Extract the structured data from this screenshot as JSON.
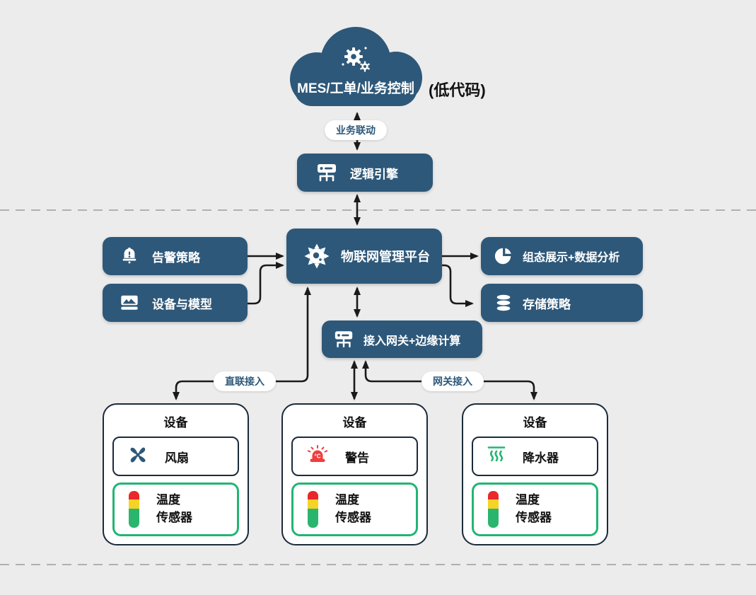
{
  "colors": {
    "primary_blue": "#2e5879",
    "sensor_green": "#22b573",
    "alarm_red": "#f23d3d",
    "temp_red": "#e8282a",
    "temp_yellow": "#f5d327",
    "temp_green": "#2ab56f",
    "arrow_black": "#1a1a1a",
    "background": "#ececec"
  },
  "cloud": {
    "label": "MES/工单/业务控制",
    "note": "(低代码)"
  },
  "nodes": {
    "logic_engine": "逻辑引擎",
    "platform": "物联网管理平台",
    "alert_policy": "告警策略",
    "device_model": "设备与模型",
    "scada": "组态展示+数据分析",
    "storage_policy": "存储策略",
    "gateway": "接入网关+边缘计算"
  },
  "edge_labels": {
    "business_link": "业务联动",
    "direct_access": "直联接入",
    "gateway_access": "网关接入"
  },
  "devices": [
    {
      "title": "设备",
      "component": "风扇",
      "component_icon": "fan-icon",
      "sensor_line1": "温度",
      "sensor_line2": "传感器"
    },
    {
      "title": "设备",
      "component": "警告",
      "component_icon": "alarm-icon",
      "sensor_line1": "温度",
      "sensor_line2": "传感器"
    },
    {
      "title": "设备",
      "component": "降水器",
      "component_icon": "sprinkler-icon",
      "sensor_line1": "温度",
      "sensor_line2": "传感器"
    }
  ]
}
